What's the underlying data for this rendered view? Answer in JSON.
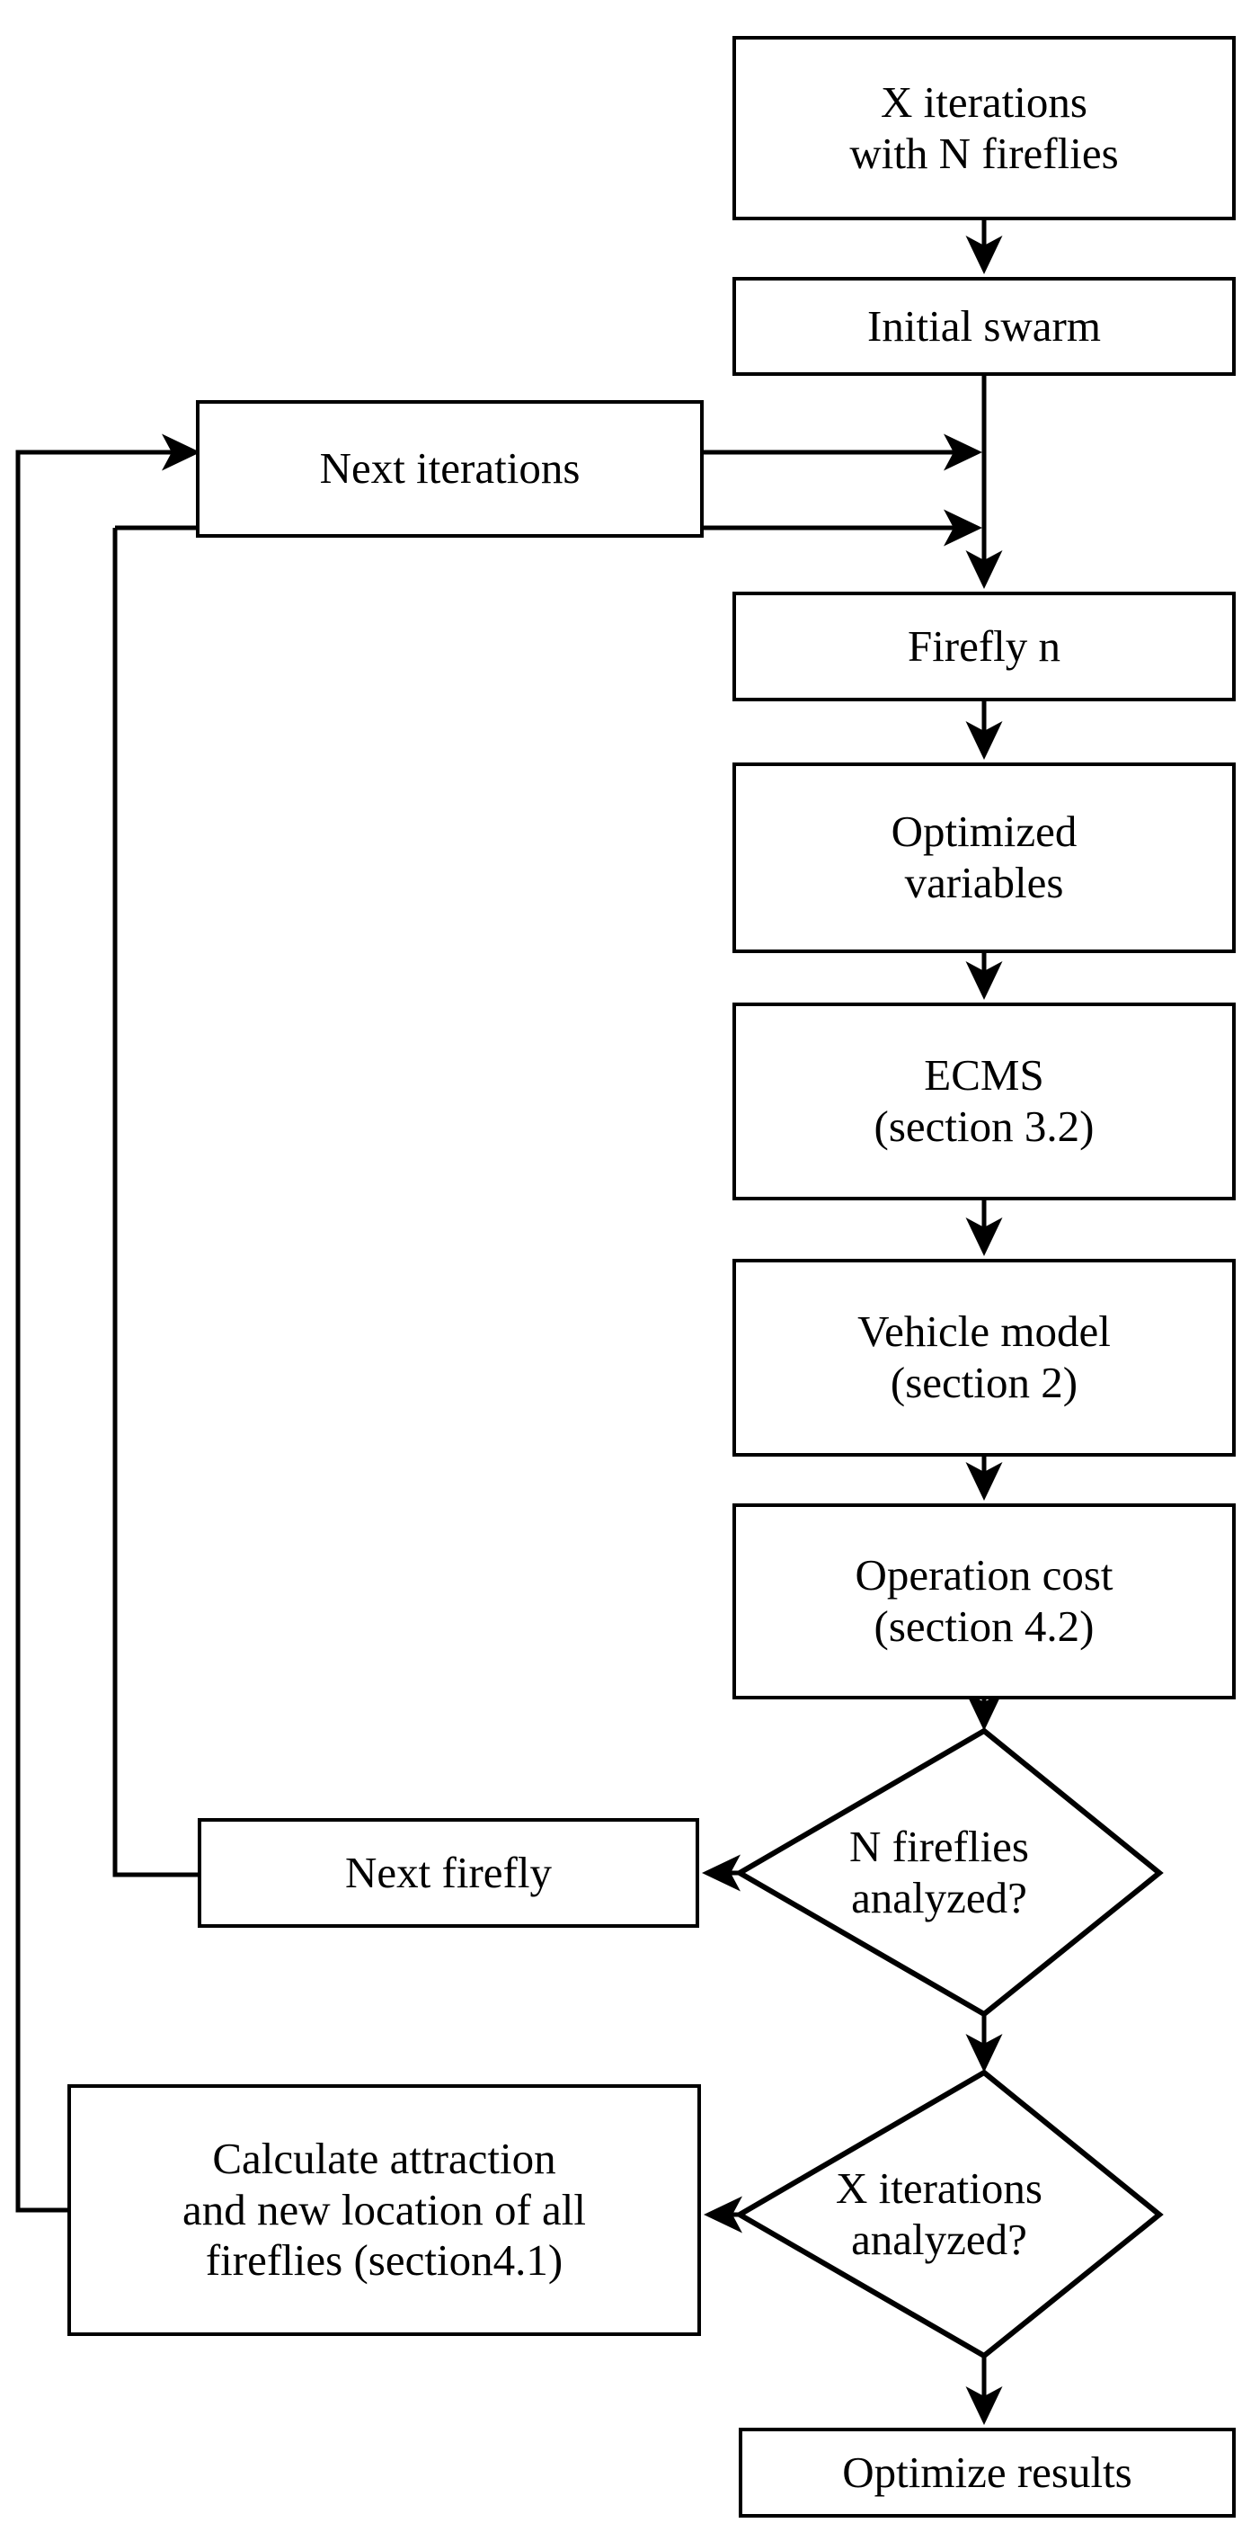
{
  "diagram": {
    "title": "Firefly algorithm optimization flowchart",
    "colors": {
      "stroke": "#000000",
      "fill": "#ffffff",
      "text": "#000000"
    },
    "nodes": {
      "start": {
        "label": "X iterations\nwith N fireflies",
        "shape": "rectangle"
      },
      "initial_swarm": {
        "label": "Initial swarm",
        "shape": "rectangle"
      },
      "next_iterations": {
        "label": "Next iterations",
        "shape": "rectangle"
      },
      "firefly_n": {
        "label": "Firefly n",
        "shape": "rectangle"
      },
      "optimized_variables": {
        "label": "Optimized\nvariables",
        "shape": "rectangle"
      },
      "ecms": {
        "label": "ECMS\n(section 3.2)",
        "shape": "rectangle"
      },
      "vehicle_model": {
        "label": "Vehicle model\n(section 2)",
        "shape": "rectangle"
      },
      "operation_cost": {
        "label": "Operation cost\n(section 4.2)",
        "shape": "rectangle"
      },
      "fireflies_analyzed": {
        "label": "N fireflies\nanalyzed?",
        "shape": "diamond"
      },
      "next_firefly": {
        "label": "Next firefly",
        "shape": "rectangle"
      },
      "iterations_analyzed": {
        "label": "X iterations\nanalyzed?",
        "shape": "diamond"
      },
      "calculate_attraction": {
        "label": "Calculate attraction\nand new location of all\nfireflies (section4.1)",
        "shape": "rectangle"
      },
      "optimize_results": {
        "label": "Optimize results",
        "shape": "rectangle"
      }
    },
    "edges": [
      {
        "from": "start",
        "to": "initial_swarm",
        "arrow": true
      },
      {
        "from": "initial_swarm",
        "to": "firefly_n",
        "arrow": true
      },
      {
        "from": "next_iterations",
        "to": "main_spine",
        "arrow": true
      },
      {
        "from": "next_firefly",
        "to": "main_spine",
        "arrow": true
      },
      {
        "from": "firefly_n",
        "to": "optimized_variables",
        "arrow": true
      },
      {
        "from": "optimized_variables",
        "to": "ecms",
        "arrow": true
      },
      {
        "from": "ecms",
        "to": "vehicle_model",
        "arrow": true
      },
      {
        "from": "vehicle_model",
        "to": "operation_cost",
        "arrow": true
      },
      {
        "from": "operation_cost",
        "to": "fireflies_analyzed",
        "arrow": true
      },
      {
        "from": "fireflies_analyzed",
        "to": "next_firefly",
        "arrow": true
      },
      {
        "from": "fireflies_analyzed",
        "to": "iterations_analyzed",
        "arrow": true
      },
      {
        "from": "iterations_analyzed",
        "to": "calculate_attraction",
        "arrow": true
      },
      {
        "from": "calculate_attraction",
        "to": "next_iterations",
        "arrow": true
      },
      {
        "from": "iterations_analyzed",
        "to": "optimize_results",
        "arrow": true
      }
    ]
  }
}
